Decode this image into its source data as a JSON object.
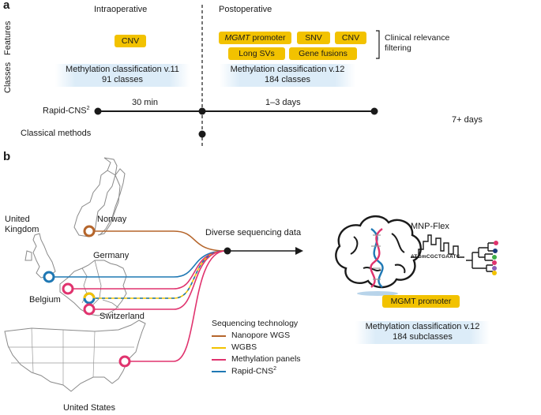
{
  "panel_a": {
    "letter": "a",
    "intraoperative": "Intraoperative",
    "postoperative": "Postoperative",
    "features_label": "Features",
    "classes_label": "Classes",
    "intra_features": [
      "CNV"
    ],
    "post_features": {
      "mgmt_italic": "MGMT",
      "mgmt_rest": " promoter",
      "snv": "SNV",
      "cnv": "CNV",
      "long_svs": "Long SVs",
      "gene_fusions": "Gene fusions"
    },
    "clinical_relevance": "Clinical relevance\nfiltering",
    "intra_class": {
      "line1": "Methylation classification v.11",
      "line2": "91 classes"
    },
    "post_class": {
      "line1": "Methylation classification v.12",
      "line2": "184 classes"
    },
    "rapid_cns_base": "Rapid-CNS",
    "rapid_cns_sup": "2",
    "classical_methods": "Classical methods",
    "time_30min": "30 min",
    "time_1_3days": "1–3 days",
    "time_7days": "7+ days"
  },
  "panel_b": {
    "letter": "b",
    "countries": {
      "norway": "Norway",
      "uk": "United\nKingdom",
      "germany": "Germany",
      "belgium": "Belgium",
      "switzerland": "Switzerland",
      "us": "United States"
    },
    "diverse_data": "Diverse sequencing data",
    "mnp_flex": "MNP-Flex",
    "sequence": "ATGmCGCTGAATC",
    "mgmt_promoter": "MGMT promoter",
    "class_v12": {
      "line1": "Methylation classification v.12",
      "line2": "184 subclasses"
    },
    "legend": {
      "title": "Sequencing technology",
      "items": [
        {
          "label": "Nanopore WGS",
          "color": "#b5652b"
        },
        {
          "label": "WGBS",
          "color": "#f2c200"
        },
        {
          "label": "Methylation panels",
          "color": "#e0336e"
        },
        {
          "label": "Rapid-CNS",
          "sup": "2",
          "color": "#1f78b4"
        }
      ]
    }
  },
  "colors": {
    "accent_yellow": "#f2c200",
    "light_blue": "#dcecf8",
    "nanopore": "#b5652b",
    "wgbs": "#f2c200",
    "panels": "#e0336e",
    "rapid": "#1f78b4"
  }
}
